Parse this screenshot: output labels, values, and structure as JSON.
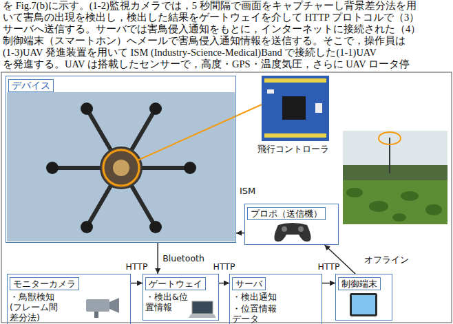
{
  "diagram": {
    "nodes": [
      {
        "text": [
          "デバイス"
        ]
      },
      {
        "text": [
          "プロポ（送信機）"
        ]
      },
      {
        "text": [
          "モニターカメラ",
          "・鳥獣検知 (フレーム間差分法)"
        ]
      },
      {
        "text": [
          "ゲートウェイ",
          "・検出&位置情報"
        ]
      },
      {
        "text": [
          "サーバ",
          "・検出通知",
          "・位置情報データ"
        ]
      },
      {
        "text": [
          "制御端末"
        ]
      }
    ],
    "edges": [
      {
        "from": 1,
        "to": 0,
        "arrow": "to"
      },
      {
        "from": 0,
        "to": 3,
        "label": "Bluetooth",
        "arrow": "to"
      },
      {
        "from": 2,
        "to": 3,
        "label": "HTTP",
        "arrow": "to"
      },
      {
        "from": 3,
        "to": 4,
        "label": "HTTP",
        "arrow": "to"
      },
      {
        "from": 4,
        "to": 5,
        "label": "HTTP",
        "arrow": "to"
      },
      {
        "from": 5,
        "to": 1,
        "label": "オフライン",
        "arrow": "to"
      }
    ],
    "labels": [
      "を Fig.7(b)に示す。(1-2)監視カメラでは，5 秒間隔で画面をキャプチャーし背景差分法を用",
      "いて害鳥の出現を検出し，検出した結果をゲートウェイを介して HTTP プロトコルで（3）",
      "サーバへ送信する。サーバでは害鳥侵入通知をもとに，インターネットに接続された（4）",
      "制御端末（スマートホン）へメールで害鳥侵入通知情報を送信する。そこで，操作員は",
      "(1-3)UAV 発進装置を用いて ISM (Industry-Science-Medical)Band で接続した(1-1)UAV",
      "を発進する。UAV は搭載したセンサーで，高度・GPS・温度気圧，さらに UAV ロータ停",
      "飛行コントローラ",
      "ISM"
    ]
  }
}
